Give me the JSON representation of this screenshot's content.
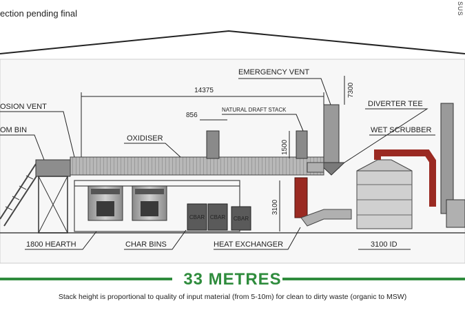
{
  "header": {
    "note": "ection pending final",
    "side_tag": "SUS"
  },
  "diagram": {
    "labels": {
      "explosion_vent": "OSION VENT",
      "feed_bin": "OM BIN",
      "oxidiser": "OXIDISER",
      "natural_draft_stack": "NATURAL DRAFT STACK",
      "emergency_vent": "EMERGENCY VENT",
      "diverter_tee": "DIVERTER TEE",
      "wet_scrubber": "WET SCRUBBER",
      "hearth": "1800 HEARTH",
      "char_bins": "CHAR BINS",
      "heat_exchanger": "HEAT EXCHANGER",
      "scrubber_id": "3100 ID",
      "char_bin_tag": "CBAR"
    },
    "dimensions": {
      "length": "14375",
      "stack_width": "856",
      "stack_height": "1500",
      "vent_height": "7300",
      "duct_height": "3100"
    }
  },
  "footer": {
    "title": "33 METRES",
    "caption": "Stack height is proportional to quality of input material (from 5-10m) for clean to dirty waste (organic to MSW)"
  },
  "colors": {
    "accent_green": "#2f8c3d",
    "duct_red": "#9a2a22",
    "line": "#222222"
  }
}
